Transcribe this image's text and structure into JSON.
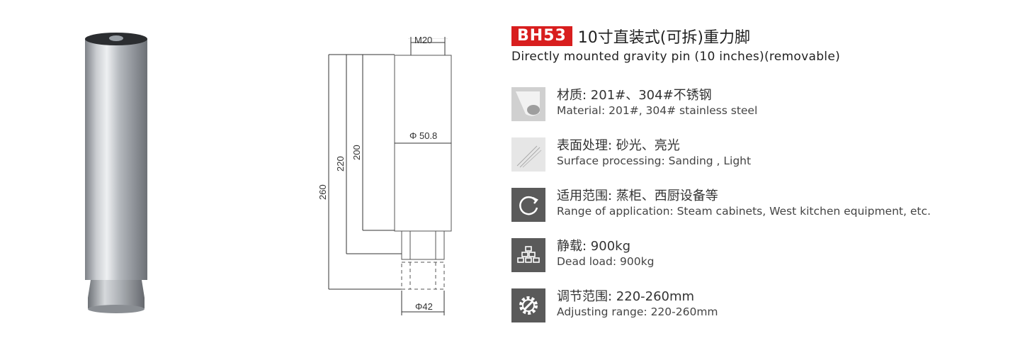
{
  "header": {
    "code": "BH53",
    "title_cn": "10寸直装式(可拆)重力脚",
    "title_en": "Directly mounted gravity pin (10 inches)(removable)"
  },
  "drawing": {
    "thread_label": "M20",
    "body_diameter_label": "Φ 50.8",
    "foot_diameter_label": "Φ42",
    "dim_260": "260",
    "dim_220": "220",
    "dim_200": "200"
  },
  "specs": [
    {
      "icon": "material-sample-icon",
      "cn": "材质: 201#、304#不锈钢",
      "en": "Material: 201#, 304# stainless steel"
    },
    {
      "icon": "surface-finish-icon",
      "cn": "表面处理: 砂光、亮光",
      "en": "Surface processing: Sanding , Light"
    },
    {
      "icon": "refresh-cycle-icon",
      "cn": "适用范围: 蒸柜、西厨设备等",
      "en": "Range of application: Steam cabinets, West kitchen equipment, etc."
    },
    {
      "icon": "weight-blocks-icon",
      "cn": "静载: 900kg",
      "en": "Dead load: 900kg"
    },
    {
      "icon": "gear-wrench-icon",
      "cn": "调节范围: 220-260mm",
      "en": "Adjusting range: 220-260mm"
    }
  ],
  "colors": {
    "badge": "#d81e1e",
    "icon_dark": "#595959",
    "icon_light": "#d9d9d9"
  }
}
